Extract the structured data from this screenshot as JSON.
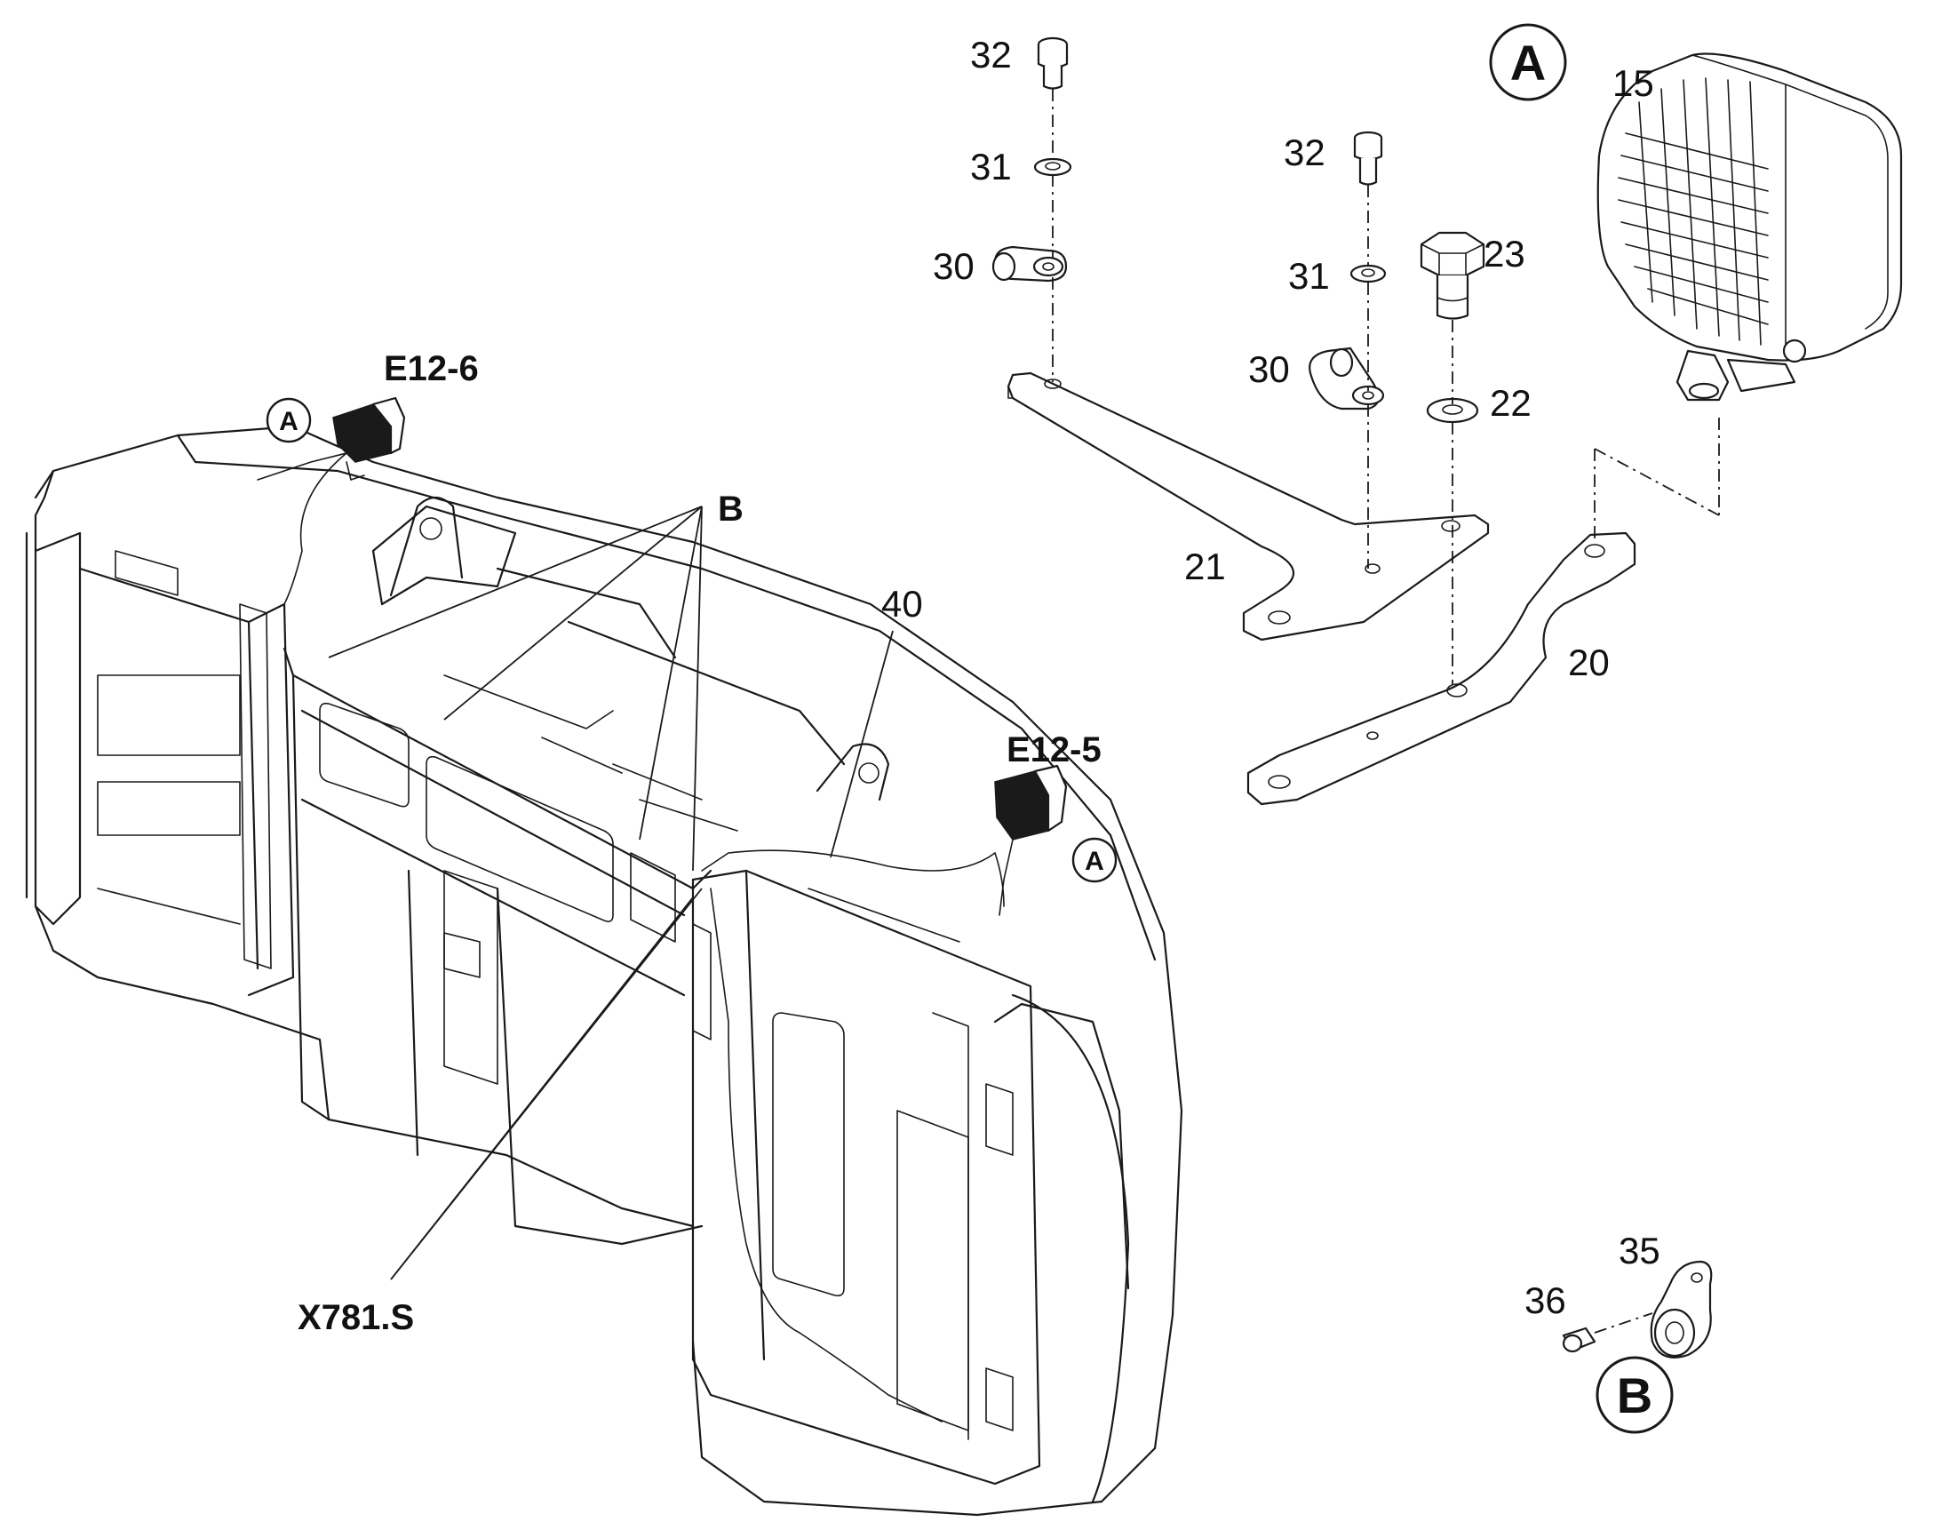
{
  "callouts": {
    "e12_6": "E12-6",
    "e12_5": "E12-5",
    "b_detail": "B",
    "x781s": "X781.S",
    "cable": "40"
  },
  "detail_markers": {
    "a_big": "A",
    "b_big": "B",
    "a_small_left": "A",
    "a_small_right": "A"
  },
  "parts": {
    "p32a": "32",
    "p31a": "31",
    "p30a": "30",
    "p32b": "32",
    "p31b": "31",
    "p30b": "30",
    "p23": "23",
    "p22": "22",
    "p21": "21",
    "p20": "20",
    "p15": "15",
    "p35": "35",
    "p36": "36"
  }
}
